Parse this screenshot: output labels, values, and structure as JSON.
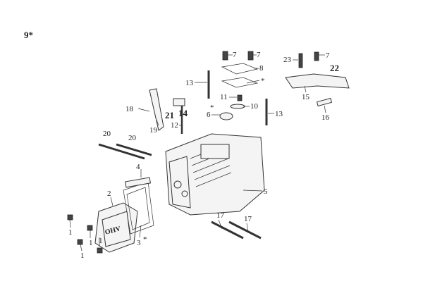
{
  "diagram": {
    "figure_number": "9*",
    "cover_logo_text": "OHV",
    "callouts": [
      {
        "id": "c7a",
        "label": "7"
      },
      {
        "id": "c7b",
        "label": "7"
      },
      {
        "id": "c8",
        "label": "8"
      },
      {
        "id": "cstar1",
        "label": "*"
      },
      {
        "id": "c13a",
        "label": "13"
      },
      {
        "id": "c23",
        "label": "23"
      },
      {
        "id": "c7c",
        "label": "7"
      },
      {
        "id": "c22",
        "label": "22"
      },
      {
        "id": "c15",
        "label": "15"
      },
      {
        "id": "c16",
        "label": "16"
      },
      {
        "id": "c11",
        "label": "11"
      },
      {
        "id": "c10",
        "label": "10"
      },
      {
        "id": "c13b",
        "label": "13"
      },
      {
        "id": "c6",
        "label": "6"
      },
      {
        "id": "cstar2",
        "label": "*"
      },
      {
        "id": "c18",
        "label": "18"
      },
      {
        "id": "c21",
        "label": "21"
      },
      {
        "id": "c14",
        "label": "14"
      },
      {
        "id": "c12",
        "label": "12"
      },
      {
        "id": "c19",
        "label": "19"
      },
      {
        "id": "c20a",
        "label": "20"
      },
      {
        "id": "c20b",
        "label": "20"
      },
      {
        "id": "c4",
        "label": "4"
      },
      {
        "id": "c5",
        "label": "5"
      },
      {
        "id": "c2",
        "label": "2"
      },
      {
        "id": "c3",
        "label": "3"
      },
      {
        "id": "cstar3",
        "label": "*"
      },
      {
        "id": "c17a",
        "label": "17"
      },
      {
        "id": "c17b",
        "label": "17"
      },
      {
        "id": "c1a",
        "label": "1"
      },
      {
        "id": "c1b",
        "label": "1"
      },
      {
        "id": "c1c",
        "label": "1"
      },
      {
        "id": "c1d",
        "label": "1"
      }
    ]
  }
}
